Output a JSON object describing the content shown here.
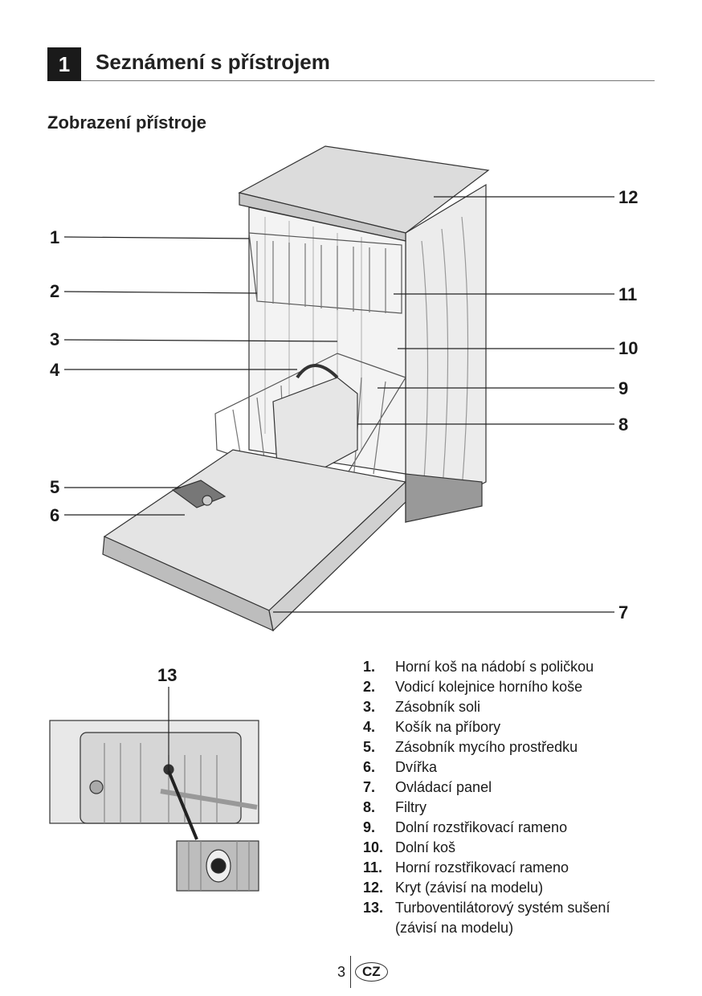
{
  "header": {
    "section_number": "1",
    "section_title": "Seznámení s přístrojem"
  },
  "subtitle": "Zobrazení přístroje",
  "callouts": {
    "c1": "1",
    "c2": "2",
    "c3": "3",
    "c4": "4",
    "c5": "5",
    "c6": "6",
    "c7": "7",
    "c8": "8",
    "c9": "9",
    "c10": "10",
    "c11": "11",
    "c12": "12",
    "c13": "13"
  },
  "legend": [
    {
      "num": "1.",
      "text": "Horní koš na nádobí s poličkou"
    },
    {
      "num": "2.",
      "text": "Vodicí kolejnice horního koše"
    },
    {
      "num": "3.",
      "text": "Zásobník soli"
    },
    {
      "num": "4.",
      "text": "Košík na příbory"
    },
    {
      "num": "5.",
      "text": "Zásobník mycího prostředku"
    },
    {
      "num": "6.",
      "text": "Dvířka"
    },
    {
      "num": "7.",
      "text": "Ovládací panel"
    },
    {
      "num": "8.",
      "text": "Filtry"
    },
    {
      "num": "9.",
      "text": "Dolní rozstřikovací rameno"
    },
    {
      "num": "10.",
      "text": "Dolní koš"
    },
    {
      "num": "11.",
      "text": "Horní rozstřikovací rameno"
    },
    {
      "num": "12.",
      "text": "Kryt (závisí na modelu)"
    },
    {
      "num": "13.",
      "text": "Turboventilátorový systém sušení"
    },
    {
      "num": "",
      "text": "(závisí na modelu)"
    }
  ],
  "footer": {
    "page": "3",
    "lang": "CZ"
  }
}
